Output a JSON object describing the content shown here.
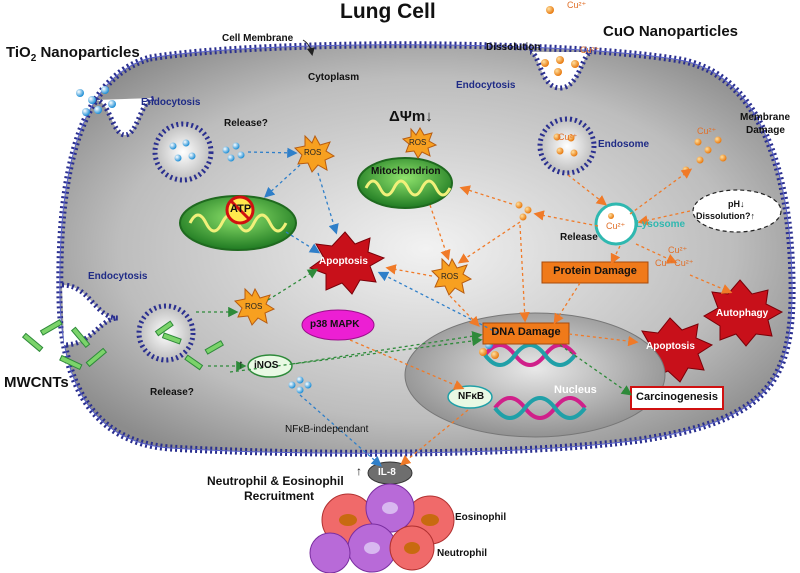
{
  "title": "Lung Cell",
  "labels": {
    "cell_membrane": "Cell Membrane",
    "cytoplasm": "Cytoplasm",
    "tio2_prefix": "TiO",
    "tio2_sub": "2",
    "tio2_suffix": " Nanoparticles",
    "cuo_title": "CuO Nanoparticles",
    "dissolution": "Dissolution",
    "endocytosis": "Endocytosis",
    "release_q": "Release?",
    "ros": "ROS",
    "atp": "ATP",
    "delta_psi": "ΔΨm↓",
    "mitochondrion": "Mitochondrion",
    "endosome": "Endosome",
    "membrane_damage_1": "Membrane",
    "membrane_damage_2": "Damage",
    "lysosome": "Lysosome",
    "release": "Release",
    "ph_1": "pH↓",
    "ph_2": "Dissolution?↑",
    "protein_damage": "Protein Damage",
    "apoptosis": "Apoptosis",
    "autophagy": "Autophagy",
    "p38": "p38 MAPK",
    "dna_damage": "DNA Damage",
    "inos": "iNOS",
    "inos_arrow": "↑",
    "mwcnts": "MWCNTs",
    "nucleus": "Nucleus",
    "nfkb": "NFκB",
    "carcinogenesis": "Carcinogenesis",
    "nfkb_indep": "NFκB-independant",
    "il8": "IL-8",
    "il8_arrow": "↑",
    "recruit_1": "Neutrophil & Eosinophil",
    "recruit_2": "Recruitment",
    "eosinophil": "Eosinophil",
    "neutrophil": "Neutrophil",
    "cu2": "Cu²⁺",
    "cu1cu2": "Cu¹⁺Cu²⁺"
  },
  "colors": {
    "membrane": "#2a2f8f",
    "orange_arrow": "#f07a28",
    "blue_arrow": "#2f7fc9",
    "green_arrow": "#2e8a3a",
    "apoptosis": "#d0101a",
    "ros": "#f0a020",
    "mito": "#2e9a2e",
    "p38": "#ec1fd3",
    "protein_damage": "#f07a1a",
    "lysosome": "#2fb8b0"
  }
}
